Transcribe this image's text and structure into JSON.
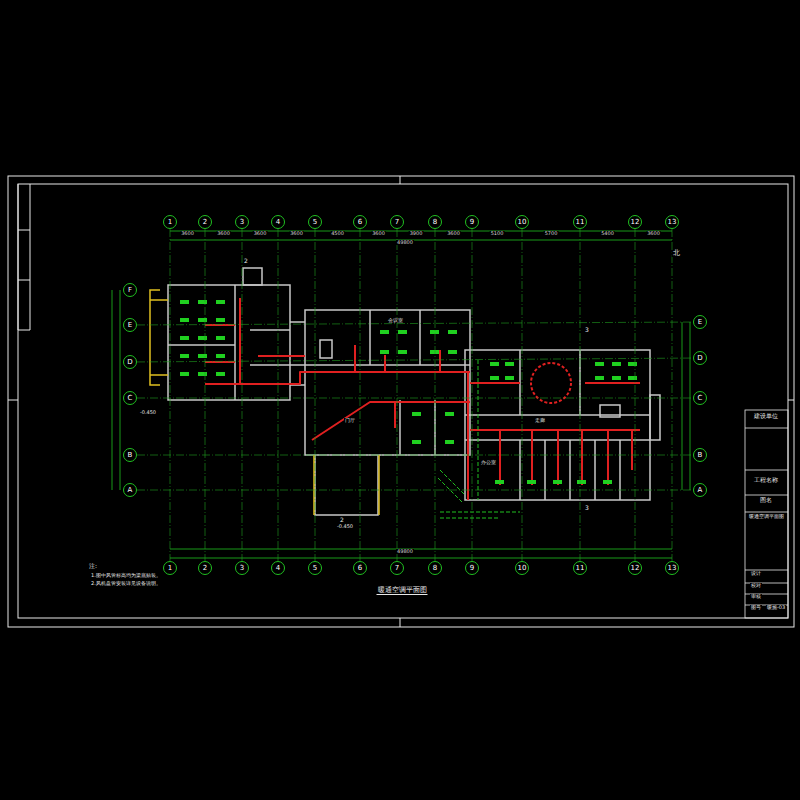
{
  "diagram": {
    "title": "暖通空调平面图",
    "nodes": [
      {
        "text": [
          "1"
        ]
      },
      {
        "text": [
          "2"
        ]
      },
      {
        "text": [
          "3"
        ]
      },
      {
        "text": [
          "4"
        ]
      },
      {
        "text": [
          "5"
        ]
      },
      {
        "text": [
          "6"
        ]
      },
      {
        "text": [
          "7"
        ]
      },
      {
        "text": [
          "8"
        ]
      },
      {
        "text": [
          "9"
        ]
      },
      {
        "text": [
          "10"
        ]
      },
      {
        "text": [
          "11"
        ]
      },
      {
        "text": [
          "12"
        ]
      },
      {
        "text": [
          "13"
        ]
      },
      {
        "text": [
          "1"
        ]
      },
      {
        "text": [
          "2"
        ]
      },
      {
        "text": [
          "3"
        ]
      },
      {
        "text": [
          "4"
        ]
      },
      {
        "text": [
          "5"
        ]
      },
      {
        "text": [
          "6"
        ]
      },
      {
        "text": [
          "7"
        ]
      },
      {
        "text": [
          "8"
        ]
      },
      {
        "text": [
          "9"
        ]
      },
      {
        "text": [
          "10"
        ]
      },
      {
        "text": [
          "11"
        ]
      },
      {
        "text": [
          "12"
        ]
      },
      {
        "text": [
          "13"
        ]
      },
      {
        "text": [
          "F"
        ]
      },
      {
        "text": [
          "E"
        ]
      },
      {
        "text": [
          "D"
        ]
      },
      {
        "text": [
          "C"
        ]
      },
      {
        "text": [
          "B"
        ]
      },
      {
        "text": [
          "A"
        ]
      },
      {
        "text": [
          "E"
        ]
      },
      {
        "text": [
          "D"
        ]
      },
      {
        "text": [
          "C"
        ]
      },
      {
        "text": [
          "B"
        ]
      },
      {
        "text": [
          "A"
        ]
      }
    ],
    "edges": [
      {
        "from": 0,
        "to": 13,
        "arrow": "none"
      },
      {
        "from": 1,
        "to": 14,
        "arrow": "none"
      },
      {
        "from": 2,
        "to": 15,
        "arrow": "none"
      },
      {
        "from": 3,
        "to": 16,
        "arrow": "none"
      },
      {
        "from": 4,
        "to": 17,
        "arrow": "none"
      },
      {
        "from": 5,
        "to": 18,
        "arrow": "none"
      },
      {
        "from": 6,
        "to": 19,
        "arrow": "none"
      },
      {
        "from": 7,
        "to": 20,
        "arrow": "none"
      },
      {
        "from": 8,
        "to": 21,
        "arrow": "none"
      },
      {
        "from": 9,
        "to": 22,
        "arrow": "none"
      },
      {
        "from": 10,
        "to": 23,
        "arrow": "none"
      },
      {
        "from": 11,
        "to": 24,
        "arrow": "none"
      },
      {
        "from": 12,
        "to": 25,
        "arrow": "none"
      },
      {
        "from": 27,
        "to": 32,
        "arrow": "none"
      },
      {
        "from": 28,
        "to": 33,
        "arrow": "none"
      },
      {
        "from": 29,
        "to": 34,
        "arrow": "none"
      },
      {
        "from": 30,
        "to": 35,
        "arrow": "none"
      },
      {
        "from": 31,
        "to": 36,
        "arrow": "none"
      }
    ],
    "labels": [
      "3600",
      "3600",
      "3600",
      "3600",
      "4500",
      "3600",
      "3900",
      "3600",
      "5100",
      "5700",
      "5400",
      "3600",
      "49800",
      "49800",
      "注:",
      "1.图中风管标高均为梁底贴装。",
      "2.风机盘管安装详见设备说明。",
      "北",
      "会议室",
      "门厅",
      "走廊",
      "办公室",
      "-0.450",
      "-0.450",
      "2",
      "2",
      "3",
      "3",
      "建设单位",
      "工程名称",
      "图名",
      "暖通空调平面图",
      "设计",
      "校对",
      "审核",
      "图号",
      "暖施-03"
    ]
  }
}
